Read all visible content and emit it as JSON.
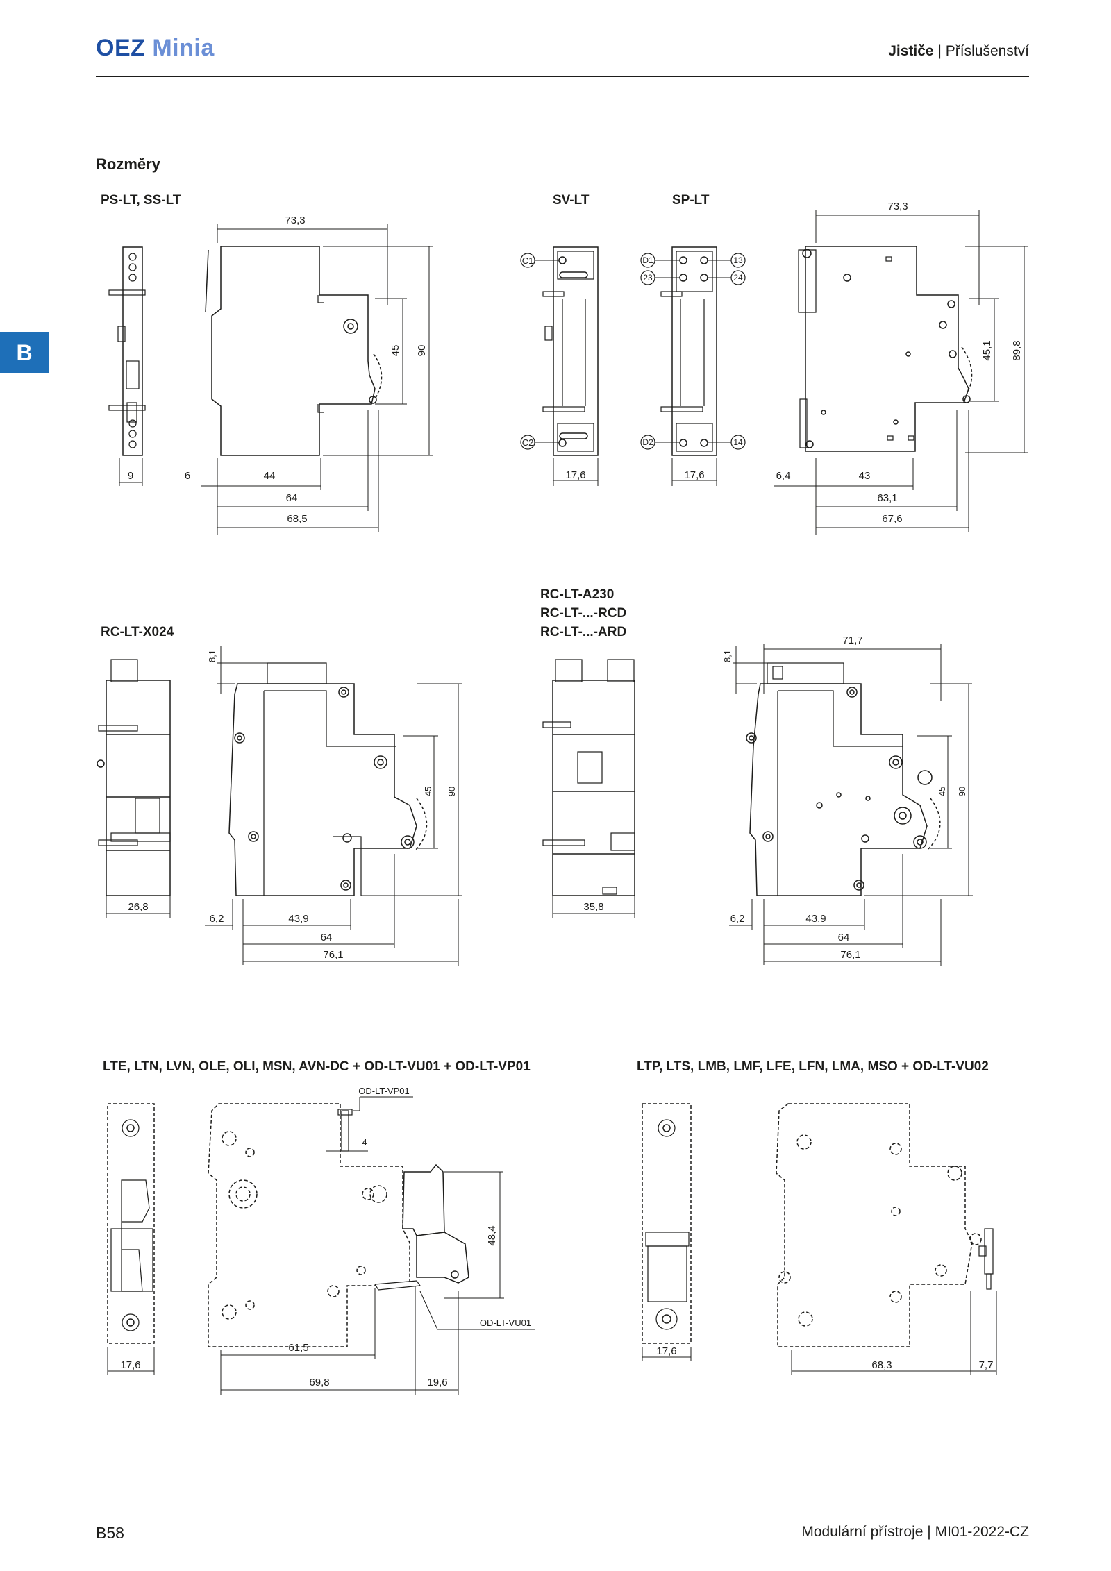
{
  "header": {
    "brand_main": "OEZ",
    "brand_sub": "Minia",
    "category": "Jističe",
    "separator": "|",
    "subcategory": "Příslušenství"
  },
  "side_tab": "B",
  "section_title": "Rozměry",
  "labels": {
    "ps_lt": "PS-LT, SS-LT",
    "sv_lt": "SV-LT",
    "sp_lt": "SP-LT",
    "rc_x024": "RC-LT-X024",
    "rc_a230_1": "RC-LT-A230",
    "rc_a230_2": "RC-LT-...-RCD",
    "rc_a230_3": "RC-LT-...-ARD",
    "lte": "LTE, LTN, LVN, OLE, OLI, MSN, AVN-DC + OD-LT-VU01 + OD-LT-VP01",
    "ltp": "LTP, LTS, LMB, LMF, LFE, LFN, LMA, MSO + OD-LT-VU02"
  },
  "dims": {
    "d73_3": "73,3",
    "d45": "45",
    "d90": "90",
    "d9": "9",
    "d6": "6",
    "d44": "44",
    "d64": "64",
    "d68_5": "68,5",
    "d17_6": "17,6",
    "d6_4": "6,4",
    "d43": "43",
    "d63_1": "63,1",
    "d67_6": "67,6",
    "d45_1": "45,1",
    "d89_8": "89,8",
    "d8_1": "8,1",
    "d26_8": "26,8",
    "d6_2": "6,2",
    "d43_9": "43,9",
    "d76_1": "76,1",
    "d35_8": "35,8",
    "d71_7": "71,7",
    "d4": "4",
    "d48_4": "48,4",
    "d61_5": "61,5",
    "d69_8": "69,8",
    "d19_6": "19,6",
    "d68_3": "68,3",
    "d7_7": "7,7",
    "vp01": "OD-LT-VP01",
    "vu01": "OD-LT-VU01"
  },
  "terminals": {
    "c1": "C1",
    "c2": "C2",
    "d1": "D1",
    "d2": "D2",
    "t13": "13",
    "t14": "14",
    "t23": "23",
    "t24": "24"
  },
  "footer": {
    "page": "B58",
    "doc_title": "Modulární přístroje",
    "separator": "|",
    "doc_code": "MI01-2022-CZ"
  }
}
